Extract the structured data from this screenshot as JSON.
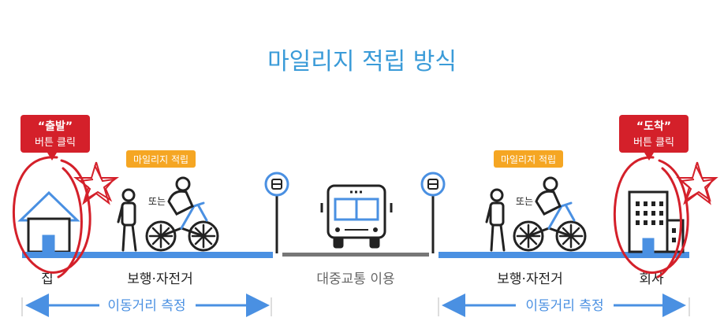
{
  "title": "마일리지 적립 방식",
  "left": {
    "callout_quote": "“출발”",
    "callout_sub": "버튼 클릭",
    "mileage_badge": "마일리지 적립",
    "or_text": "또는",
    "home_label": "집",
    "walk_bike_label": "보행·자전거",
    "distance_label": "이동거리 측정"
  },
  "middle": {
    "transit_label": "대중교통 이용"
  },
  "right": {
    "callout_quote": "“도착”",
    "callout_sub": "버튼 클릭",
    "mileage_badge": "마일리지 적립",
    "or_text": "또는",
    "walk_bike_label": "보행·자전거",
    "office_label": "회사",
    "distance_label": "이동거리 측정"
  },
  "colors": {
    "title_blue": "#3a9bd8",
    "road_blue": "#4a90e2",
    "badge_orange": "#f5a623",
    "callout_red": "#d4202a",
    "mark_red": "#d4202a",
    "dark": "#222222",
    "gray": "#666666"
  }
}
